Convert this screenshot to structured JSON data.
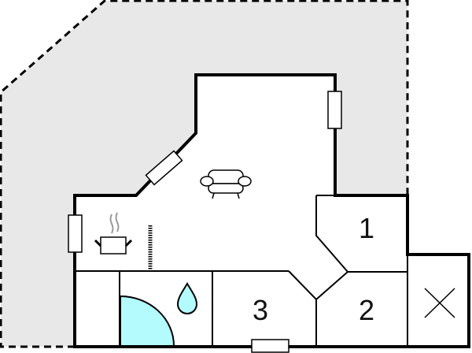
{
  "floorplan": {
    "colors": {
      "outdoor_area": "#e8e8e8",
      "wall": "#000000",
      "interior": "#ffffff",
      "water": "#b3fbfd",
      "steam": "#999999"
    },
    "rooms": [
      {
        "id": "bedroom-1",
        "label": "1"
      },
      {
        "id": "bedroom-2",
        "label": "2"
      },
      {
        "id": "bedroom-3",
        "label": "3"
      }
    ],
    "icons": [
      {
        "name": "sofa-icon",
        "meaning": "living room"
      },
      {
        "name": "cooking-pot-icon",
        "meaning": "kitchen"
      },
      {
        "name": "water-drop-icon",
        "meaning": "bathroom"
      },
      {
        "name": "shower-quarter-circle-icon",
        "meaning": "shower"
      },
      {
        "name": "cross-icon",
        "meaning": "void / stairwell"
      }
    ]
  }
}
